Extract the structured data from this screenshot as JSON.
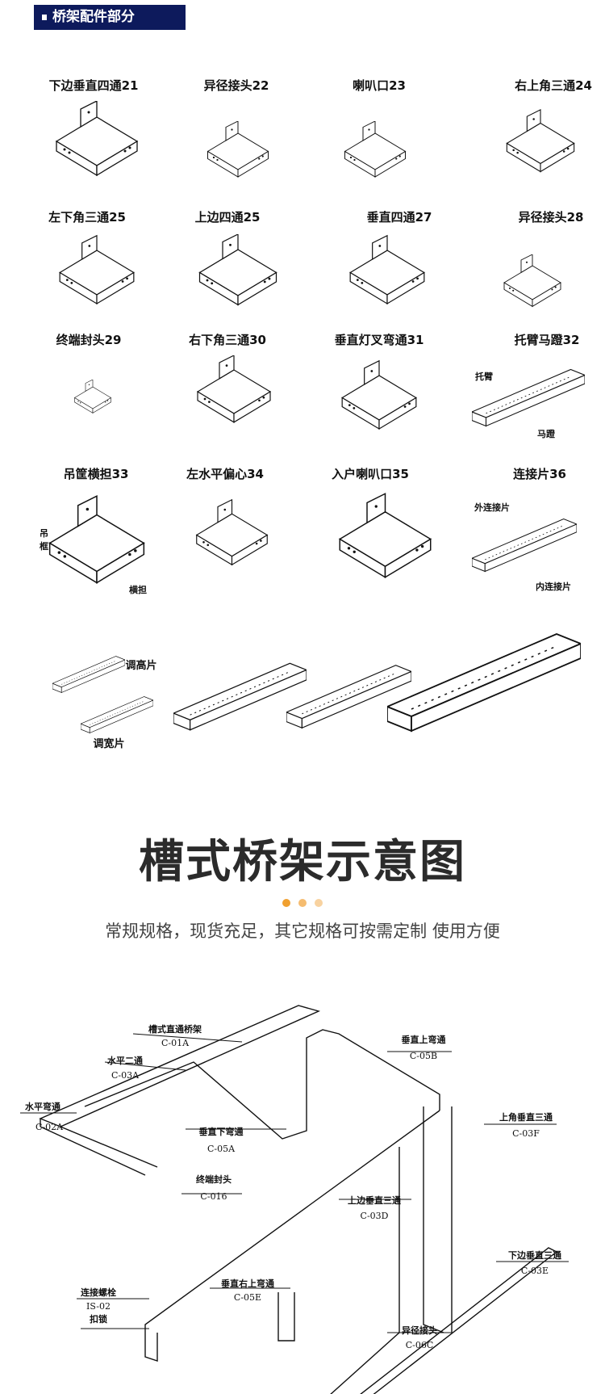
{
  "header": {
    "title": "桥架配件部分"
  },
  "fittings": [
    {
      "label": "下边垂直四通21"
    },
    {
      "label": "异径接头22"
    },
    {
      "label": "喇叭口23"
    },
    {
      "label": "右上角三通24"
    },
    {
      "label": "左下角三通25"
    },
    {
      "label": "上边四通25"
    },
    {
      "label": "垂直四通27"
    },
    {
      "label": "异径接头28"
    },
    {
      "label": "终端封头29"
    },
    {
      "label": "右下角三通30"
    },
    {
      "label": "垂直灯叉弯通31"
    },
    {
      "label": "托臂马蹬32"
    },
    {
      "label": "吊筐横担33"
    },
    {
      "label": "左水平偏心34"
    },
    {
      "label": "入户喇叭口35"
    },
    {
      "label": "连接片36"
    }
  ],
  "sub_labels": {
    "tuobi": "托臂",
    "madeng": "马蹬",
    "diaokuang": "吊框",
    "hengdan": "横担",
    "wailian": "外连接片",
    "neilian": "内连接片",
    "tiaogao": "调高片",
    "tiaokuan": "调宽片"
  },
  "section": {
    "title": "槽式桥架示意图",
    "subtitle": "常规规格，现货充足，其它规格可按需定制 使用方便",
    "dot_colors": [
      "#f0a030",
      "#f5bc70",
      "#f8d2a0"
    ]
  },
  "diagram_labels": [
    {
      "name": "槽式直通桥架",
      "code": "C-01A"
    },
    {
      "name": "水平二通",
      "code": "C-03A"
    },
    {
      "name": "水平弯通",
      "code": "C-02A"
    },
    {
      "name": "垂直下弯通",
      "code": "C-05A"
    },
    {
      "name": "终端封头",
      "code": "C-016"
    },
    {
      "name": "垂直上弯通",
      "code": "C-05B"
    },
    {
      "name": "上角垂直三通",
      "code": "C-03F"
    },
    {
      "name": "上边垂直三通",
      "code": "C-03D"
    },
    {
      "name": "下边垂直三通",
      "code": "C-03E"
    },
    {
      "name": "垂直右上弯通",
      "code": "C-05E"
    },
    {
      "name": "连接螺栓",
      "code": "IS-02",
      "extra": "扣锁"
    },
    {
      "name": "异径接头",
      "code": "C-06C"
    }
  ]
}
